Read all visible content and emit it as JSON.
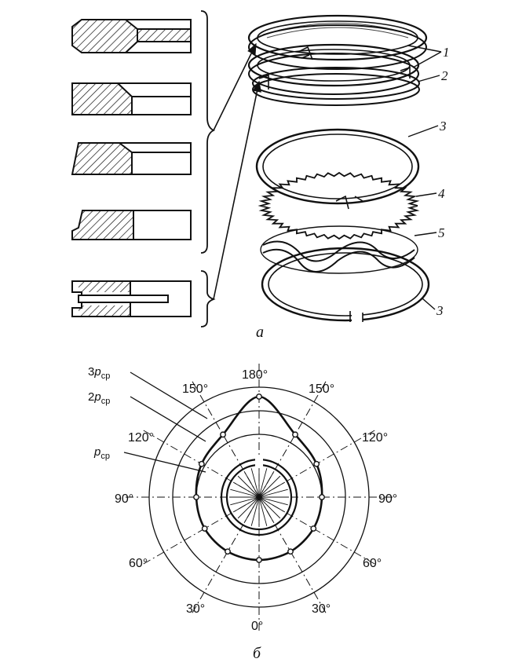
{
  "labels": {
    "part_a": "а",
    "part_b": "б",
    "ring_numbers": [
      "1",
      "2",
      "3",
      "4",
      "5",
      "3"
    ],
    "pressure_levels": [
      {
        "coef": "3",
        "sym": "p",
        "sub": "ср"
      },
      {
        "coef": "2",
        "sym": "p",
        "sub": "ср"
      },
      {
        "coef": "",
        "sym": "p",
        "sub": "ср"
      }
    ],
    "angles": {
      "top": "180°",
      "upper_left": "150°",
      "upper_right": "150°",
      "mid_left": "120°",
      "mid_right": "120°",
      "left": "90°",
      "right": "90°",
      "lower_left": "60°",
      "lower_right": "60°",
      "bottom_left": "30°",
      "bottom_right": "30°",
      "bottom": "0°"
    }
  },
  "polar_pressure": {
    "angles_deg": [
      0,
      30,
      60,
      90,
      120,
      150,
      180
    ],
    "relative_pressure": [
      1.0,
      1.0,
      1.0,
      1.0,
      1.15,
      1.4,
      2.6
    ]
  },
  "colors": {
    "ink": "#111111",
    "paper": "#ffffff"
  }
}
